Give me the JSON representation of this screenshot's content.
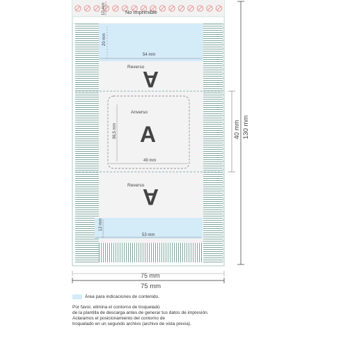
{
  "template": {
    "non_printable_label": "No imprimible",
    "top_band_height": "10 mm",
    "top_area_height": "20 mm",
    "top_area_width": "54 mm",
    "reverse_label_top": "Reverso",
    "front_label": "Anverso",
    "front_height": "36,5 mm",
    "front_width": "49 mm",
    "reverse_label_bottom": "Reverso",
    "bottom_area_height": "12 mm",
    "bottom_area_width": "53 mm",
    "middle_height": "40 mm",
    "total_height": "130 mm",
    "width_upper": "75 mm",
    "width_lower": "75 mm",
    "glyph": "A"
  },
  "legend": {
    "text": "Área para indicaciones de contenido."
  },
  "instructions": {
    "line1": "Por favor, elimina el contorno de troquelado",
    "line2": "de la plantilla de descarga antes de generar tus datos de impresión.",
    "line3": "Aclaramos el posicionamiento del contorno de",
    "line4": "troquelado en un segundo archivo (archivo de vista previa)."
  },
  "colors": {
    "hatch": "#5f8f84",
    "outline": "#bcd6cf",
    "blue_area": "#d4ebf8",
    "nonprint_circle": "#e98f8f",
    "dashed": "#6f9fa0",
    "glyph": "#a6a6a6",
    "panel": "#f3f3f3"
  }
}
